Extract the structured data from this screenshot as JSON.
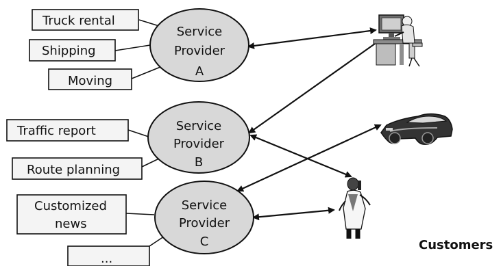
{
  "services": {
    "truck_rental": "Truck rental",
    "shipping": "Shipping",
    "moving": "Moving",
    "traffic_report": "Traffic report",
    "route_planning": "Route planning",
    "customized_news_line1": "Customized",
    "customized_news_line2": "news",
    "more": "..."
  },
  "providers": {
    "a": {
      "line1": "Service",
      "line2": "Provider",
      "letter": "A"
    },
    "b": {
      "line1": "Service",
      "line2": "Provider",
      "letter": "B"
    },
    "c": {
      "line1": "Service",
      "line2": "Provider",
      "letter": "C"
    }
  },
  "customers_label": "Customers",
  "icons": {
    "desktop_user": "desktop-user-icon",
    "car": "car-icon",
    "phone_user": "mobile-phone-user-icon"
  }
}
